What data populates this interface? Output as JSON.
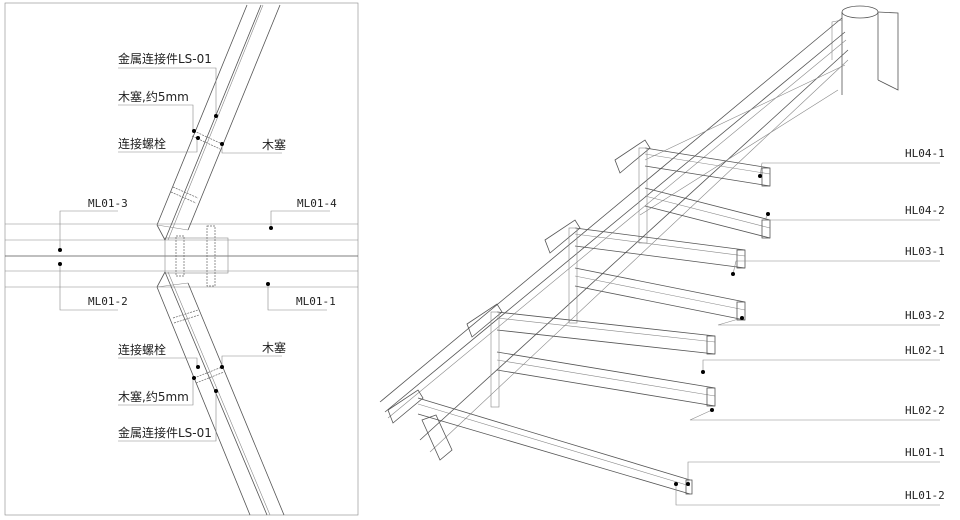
{
  "left_detail": {
    "labels": {
      "connector_top": "金属连接件LS-01",
      "plug_5mm_top": "木塞,约5mm",
      "bolt_top": "连接螺栓",
      "plug_top": "木塞",
      "ml01_3": "ML01-3",
      "ml01_4": "ML01-4",
      "ml01_2": "ML01-2",
      "ml01_1": "ML01-1",
      "bolt_bottom": "连接螺栓",
      "plug_bottom": "木塞",
      "plug_5mm_bottom": "木塞,约5mm",
      "connector_bottom": "金属连接件LS-01"
    }
  },
  "right_iso": {
    "labels": [
      "HL04-1",
      "HL04-2",
      "HL03-1",
      "HL03-2",
      "HL02-1",
      "HL02-2",
      "HL01-1",
      "HL01-2"
    ]
  }
}
